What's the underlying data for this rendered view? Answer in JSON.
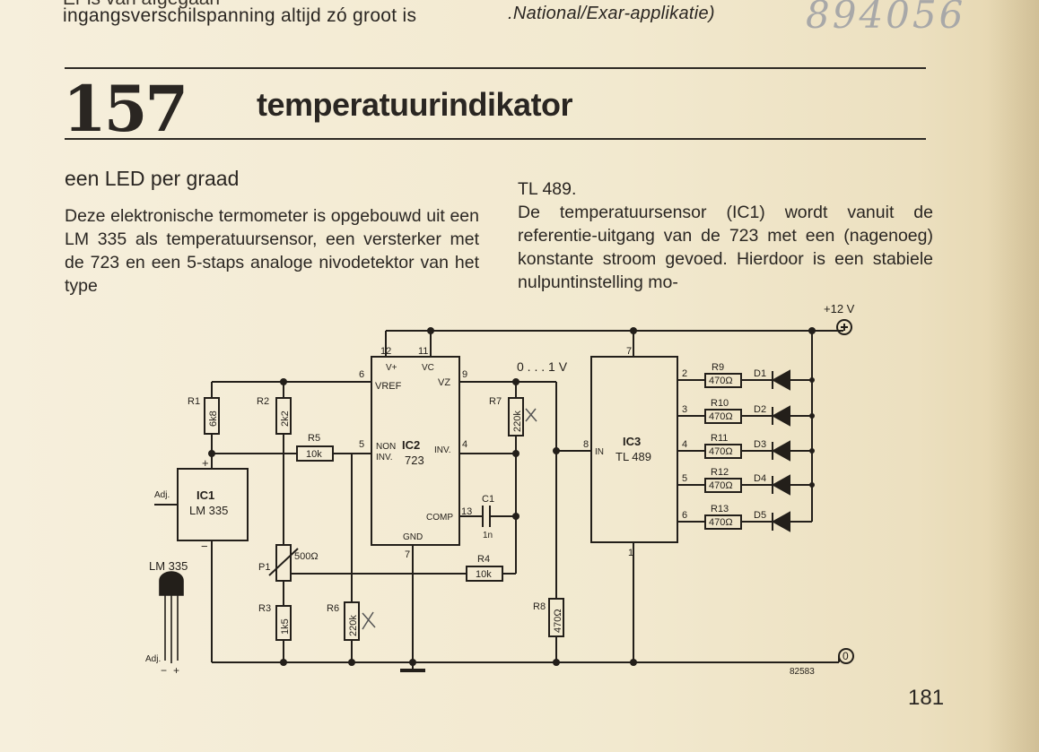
{
  "header": {
    "prev_article_fragment": "Er is van afgegaan",
    "prev_article_line": "ingangsverschilspanning altijd zó groot is",
    "source_note": ".National/Exar-applikatie)",
    "handwritten_number": "894056"
  },
  "article": {
    "number": "157",
    "title": "temperatuurindikator",
    "subtitle": "een LED per graad",
    "body_left": "Deze elektronische termometer is opgebouwd uit een LM 335 als temperatuursensor, een versterker met de 723 en een 5-staps analoge nivodetektor van het type",
    "body_right": "TL 489.\nDe temperatuursensor (IC1) wordt vanuit de referentie-uitgang van de 723 met een (nagenoeg) konstante stroom gevoed. Hierdoor is een stabiele nulpuntinstelling mo-"
  },
  "schematic": {
    "supply": "+12 V",
    "ground": "0",
    "voltage_range": "0 . . . 1 V",
    "figure_id": "82583",
    "ic1": {
      "ref": "IC1",
      "part": "LM 335",
      "adj": "Adj.",
      "plus": "+",
      "minus": "−"
    },
    "ic2": {
      "ref": "IC2",
      "part": "723",
      "vplus": "V+",
      "vc": "VC",
      "vref": "VREF",
      "vz": "VZ",
      "noninv": "NON\nINV.",
      "inv": "INV.",
      "comp": "COMP",
      "gnd": "GND"
    },
    "ic3": {
      "ref": "IC3",
      "part": "TL 489",
      "in": "IN"
    },
    "package": {
      "label": "LM 335",
      "adj": "Adj.",
      "minus": "−",
      "plus": "+"
    },
    "pins": {
      "p12": "12",
      "p11": "11",
      "p6": "6",
      "p9": "9",
      "p5": "5",
      "p4": "4",
      "p13": "13",
      "p7": "7",
      "t7": "7",
      "t8": "8",
      "t2": "2",
      "t3": "3",
      "t4": "4",
      "t5": "5",
      "t6": "6",
      "t1": "1"
    },
    "resistors": [
      {
        "ref": "R1",
        "value": "6k8"
      },
      {
        "ref": "R2",
        "value": "2k2"
      },
      {
        "ref": "R3",
        "value": "1k5"
      },
      {
        "ref": "R4",
        "value": "10k"
      },
      {
        "ref": "R5",
        "value": "10k"
      },
      {
        "ref": "R6",
        "value": "220k"
      },
      {
        "ref": "R7",
        "value": "220k"
      },
      {
        "ref": "R8",
        "value": "470Ω"
      },
      {
        "ref": "R9",
        "value": "470Ω"
      },
      {
        "ref": "R10",
        "value": "470Ω"
      },
      {
        "ref": "R11",
        "value": "470Ω"
      },
      {
        "ref": "R12",
        "value": "470Ω"
      },
      {
        "ref": "R13",
        "value": "470Ω"
      }
    ],
    "p1": {
      "ref": "P1",
      "value": "500Ω"
    },
    "c1": {
      "ref": "C1",
      "value": "1n"
    },
    "leds": [
      "D1",
      "D2",
      "D3",
      "D4",
      "D5"
    ]
  },
  "footer": {
    "page_number": "181"
  }
}
